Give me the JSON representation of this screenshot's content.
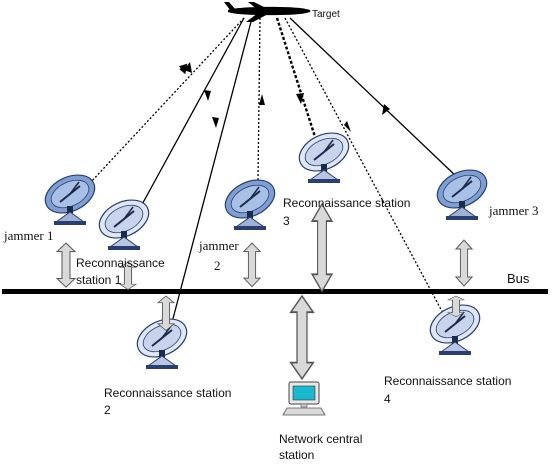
{
  "labels": {
    "target": "Target",
    "bus": "Bus",
    "jammer1": "jammer 1",
    "jammer2_line1": "jammer",
    "jammer2_line2": "2",
    "jammer3": "jammer 3",
    "recon1_line1": "Reconnaissance",
    "recon1_line2": "station 1",
    "recon2_line1": "Reconnaissance station",
    "recon2_line2": "2",
    "recon3_line1": "Reconnaissance station",
    "recon3_line2": "3",
    "recon4_line1": "Reconnaissance station",
    "recon4_line2": "4",
    "central_line1": "Network central",
    "central_line2": "station"
  },
  "colors": {
    "dish_blue": "#7f9fd3",
    "dish_light": "#dfe7f5",
    "dish_outline": "#2a3f70",
    "arrow_fill": "#d9d9d9",
    "bus": "#000000",
    "monitor_screen": "#1ab8cc"
  },
  "icons": [
    "airplane-icon",
    "satellite-dish-icon",
    "computer-icon",
    "double-arrow-icon"
  ]
}
